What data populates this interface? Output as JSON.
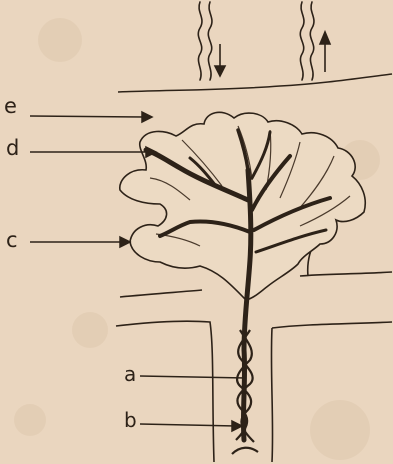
{
  "labels": {
    "e": "e",
    "d": "d",
    "c": "c",
    "a": "a",
    "b": "b"
  },
  "colors": {
    "paper": "#ead6bf",
    "ink": "#2d2218",
    "ink_soft": "#4a3a2c"
  },
  "flow_arrows": [
    "arrow-down",
    "arrow-up"
  ]
}
